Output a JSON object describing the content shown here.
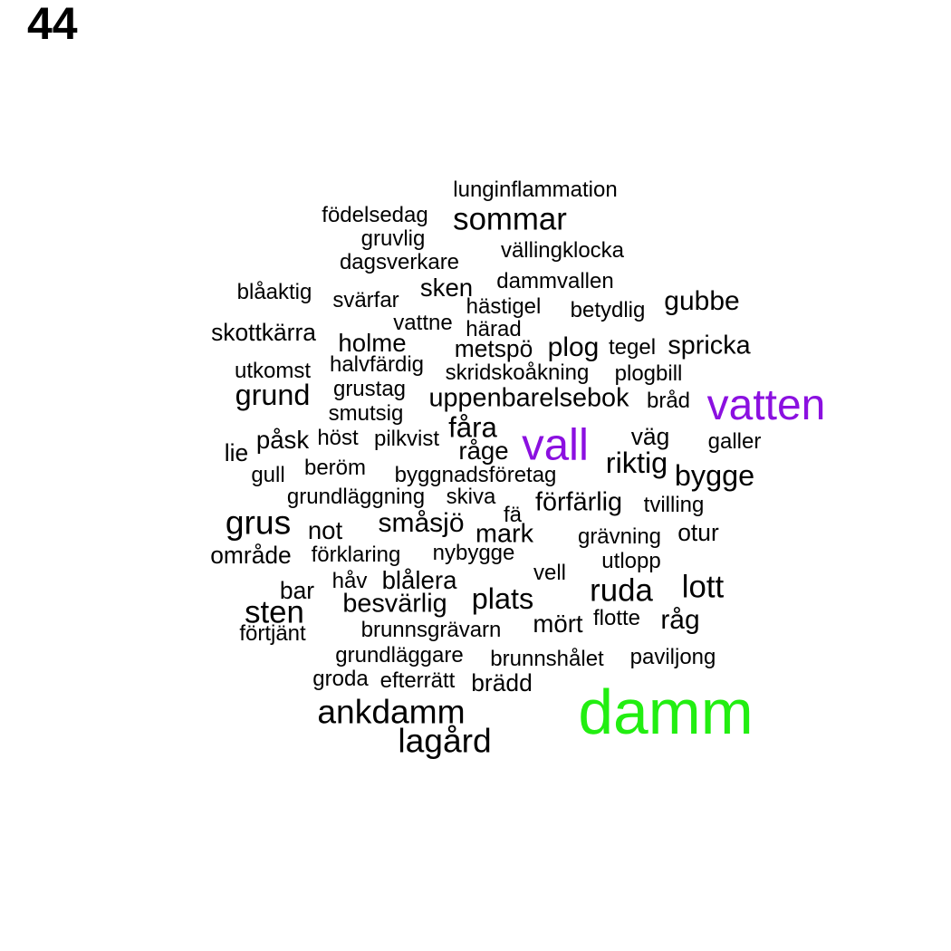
{
  "title": "44",
  "colors": {
    "default": "#000000",
    "purple": "#8b10e0",
    "green": "#22ee11"
  },
  "words": [
    {
      "text": "damm",
      "size": 2.9,
      "color": "green"
    },
    {
      "text": "vatten",
      "size": 2.0,
      "color": "purple"
    },
    {
      "text": "vall",
      "size": 2.05,
      "color": "purple"
    },
    {
      "text": "ankdamm",
      "size": 1.55
    },
    {
      "text": "lagård",
      "size": 1.55
    },
    {
      "text": "grus",
      "size": 1.55
    },
    {
      "text": "sommar",
      "size": 1.45
    },
    {
      "text": "lott",
      "size": 1.45
    },
    {
      "text": "ruda",
      "size": 1.45
    },
    {
      "text": "sten",
      "size": 1.45
    },
    {
      "text": "grund",
      "size": 1.35
    },
    {
      "text": "riktig",
      "size": 1.35
    },
    {
      "text": "bygge",
      "size": 1.35
    },
    {
      "text": "plats",
      "size": 1.35
    },
    {
      "text": "fåra",
      "size": 1.3
    },
    {
      "text": "gubbe",
      "size": 1.25
    },
    {
      "text": "plog",
      "size": 1.25
    },
    {
      "text": "småsjö",
      "size": 1.25
    },
    {
      "text": "råg",
      "size": 1.25
    },
    {
      "text": "spricka",
      "size": 1.2
    },
    {
      "text": "uppenbarelsebok",
      "size": 1.2
    },
    {
      "text": "förfärlig",
      "size": 1.2
    },
    {
      "text": "mark",
      "size": 1.2
    },
    {
      "text": "besvärlig",
      "size": 1.2
    },
    {
      "text": "holme",
      "size": 1.15
    },
    {
      "text": "sken",
      "size": 1.15
    },
    {
      "text": "påsk",
      "size": 1.15
    },
    {
      "text": "råge",
      "size": 1.15
    },
    {
      "text": "not",
      "size": 1.15
    },
    {
      "text": "blålera",
      "size": 1.15
    },
    {
      "text": "mört",
      "size": 1.15
    },
    {
      "text": "skottkärra",
      "size": 1.1
    },
    {
      "text": "metspö",
      "size": 1.1
    },
    {
      "text": "väg",
      "size": 1.1
    },
    {
      "text": "lie",
      "size": 1.1
    },
    {
      "text": "område",
      "size": 1.1
    },
    {
      "text": "otur",
      "size": 1.1
    },
    {
      "text": "bar",
      "size": 1.1
    },
    {
      "text": "brädd",
      "size": 1.1
    },
    {
      "text": "lunginflammation",
      "size": 1.0
    },
    {
      "text": "födelsedag",
      "size": 1.0
    },
    {
      "text": "gruvlig",
      "size": 1.0
    },
    {
      "text": "vällingklocka",
      "size": 1.0
    },
    {
      "text": "dagsverkare",
      "size": 1.0
    },
    {
      "text": "dammvallen",
      "size": 1.0
    },
    {
      "text": "blåaktig",
      "size": 1.0
    },
    {
      "text": "svärfar",
      "size": 1.0
    },
    {
      "text": "hästigel",
      "size": 1.0
    },
    {
      "text": "betydlig",
      "size": 1.0
    },
    {
      "text": "vattne",
      "size": 1.0
    },
    {
      "text": "härad",
      "size": 1.0
    },
    {
      "text": "tegel",
      "size": 1.0
    },
    {
      "text": "halvfärdig",
      "size": 1.0
    },
    {
      "text": "utkomst",
      "size": 1.0
    },
    {
      "text": "skridskoåkning",
      "size": 1.0
    },
    {
      "text": "plogbill",
      "size": 1.0
    },
    {
      "text": "grustag",
      "size": 1.0
    },
    {
      "text": "bråd",
      "size": 1.0
    },
    {
      "text": "smutsig",
      "size": 1.0
    },
    {
      "text": "höst",
      "size": 1.0
    },
    {
      "text": "pilkvist",
      "size": 1.0
    },
    {
      "text": "galler",
      "size": 1.0
    },
    {
      "text": "gull",
      "size": 1.0
    },
    {
      "text": "beröm",
      "size": 1.0
    },
    {
      "text": "byggnadsföretag",
      "size": 1.0
    },
    {
      "text": "grundläggning",
      "size": 1.0
    },
    {
      "text": "skiva",
      "size": 1.0
    },
    {
      "text": "tvilling",
      "size": 1.0
    },
    {
      "text": "fä",
      "size": 1.0
    },
    {
      "text": "grävning",
      "size": 1.0
    },
    {
      "text": "förklaring",
      "size": 1.0
    },
    {
      "text": "nybygge",
      "size": 1.0
    },
    {
      "text": "utlopp",
      "size": 1.0
    },
    {
      "text": "håv",
      "size": 1.0
    },
    {
      "text": "vell",
      "size": 1.0
    },
    {
      "text": "flotte",
      "size": 1.0
    },
    {
      "text": "förtjänt",
      "size": 1.0
    },
    {
      "text": "brunnsgrävarn",
      "size": 1.0
    },
    {
      "text": "grundläggare",
      "size": 1.0
    },
    {
      "text": "brunnshålet",
      "size": 1.0
    },
    {
      "text": "paviljong",
      "size": 1.0
    },
    {
      "text": "groda",
      "size": 1.0
    },
    {
      "text": "efterrätt",
      "size": 1.0
    }
  ]
}
